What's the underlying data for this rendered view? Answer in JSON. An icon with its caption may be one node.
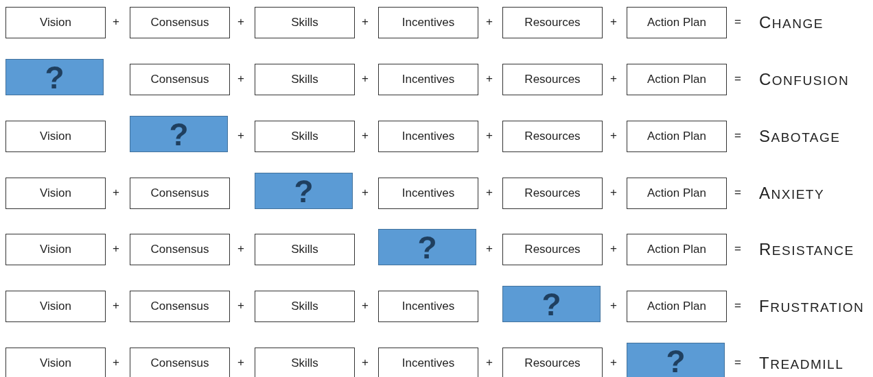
{
  "diagram": {
    "nodes": [
      {
        "text": [
          "Vision"
        ]
      },
      {
        "text": [
          "Consensus"
        ]
      },
      {
        "text": [
          "Skills"
        ]
      },
      {
        "text": [
          "Incentives"
        ]
      },
      {
        "text": [
          "Resources"
        ]
      },
      {
        "text": [
          "Action Plan"
        ]
      },
      {
        "text": [
          "?"
        ]
      },
      {
        "text": [
          "Consensus"
        ]
      },
      {
        "text": [
          "Skills"
        ]
      },
      {
        "text": [
          "Incentives"
        ]
      },
      {
        "text": [
          "Resources"
        ]
      },
      {
        "text": [
          "Action Plan"
        ]
      },
      {
        "text": [
          "Vision"
        ]
      },
      {
        "text": [
          "?"
        ]
      },
      {
        "text": [
          "Skills"
        ]
      },
      {
        "text": [
          "Incentives"
        ]
      },
      {
        "text": [
          "Resources"
        ]
      },
      {
        "text": [
          "Action Plan"
        ]
      },
      {
        "text": [
          "Vision"
        ]
      },
      {
        "text": [
          "Consensus"
        ]
      },
      {
        "text": [
          "?"
        ]
      },
      {
        "text": [
          "Incentives"
        ]
      },
      {
        "text": [
          "Resources"
        ]
      },
      {
        "text": [
          "Action Plan"
        ]
      },
      {
        "text": [
          "Vision"
        ]
      },
      {
        "text": [
          "Consensus"
        ]
      },
      {
        "text": [
          "Skills"
        ]
      },
      {
        "text": [
          "?"
        ]
      },
      {
        "text": [
          "Resources"
        ]
      },
      {
        "text": [
          "Action Plan"
        ]
      },
      {
        "text": [
          "Vision"
        ]
      },
      {
        "text": [
          "Consensus"
        ]
      },
      {
        "text": [
          "Skills"
        ]
      },
      {
        "text": [
          "Incentives"
        ]
      },
      {
        "text": [
          "?"
        ]
      },
      {
        "text": [
          "Action Plan"
        ]
      },
      {
        "text": [
          "Vision"
        ]
      },
      {
        "text": [
          "Consensus"
        ]
      },
      {
        "text": [
          "Skills"
        ]
      },
      {
        "text": [
          "Incentives"
        ]
      },
      {
        "text": [
          "Resources"
        ]
      },
      {
        "text": [
          "?"
        ]
      }
    ],
    "labels": [
      "+",
      "+",
      "+",
      "+",
      "+",
      "=",
      "CHANGE",
      "+",
      "+",
      "+",
      "+",
      "=",
      "CONFUSION",
      "+",
      "+",
      "+",
      "+",
      "=",
      "SABOTAGE",
      "+",
      "+",
      "+",
      "+",
      "=",
      "ANXIETY",
      "+",
      "+",
      "+",
      "+",
      "=",
      "RESISTANCE",
      "+",
      "+",
      "+",
      "+",
      "=",
      "FRUSTRATION",
      "+",
      "+",
      "+",
      "+",
      "+",
      "=",
      "TREADMILL"
    ]
  }
}
